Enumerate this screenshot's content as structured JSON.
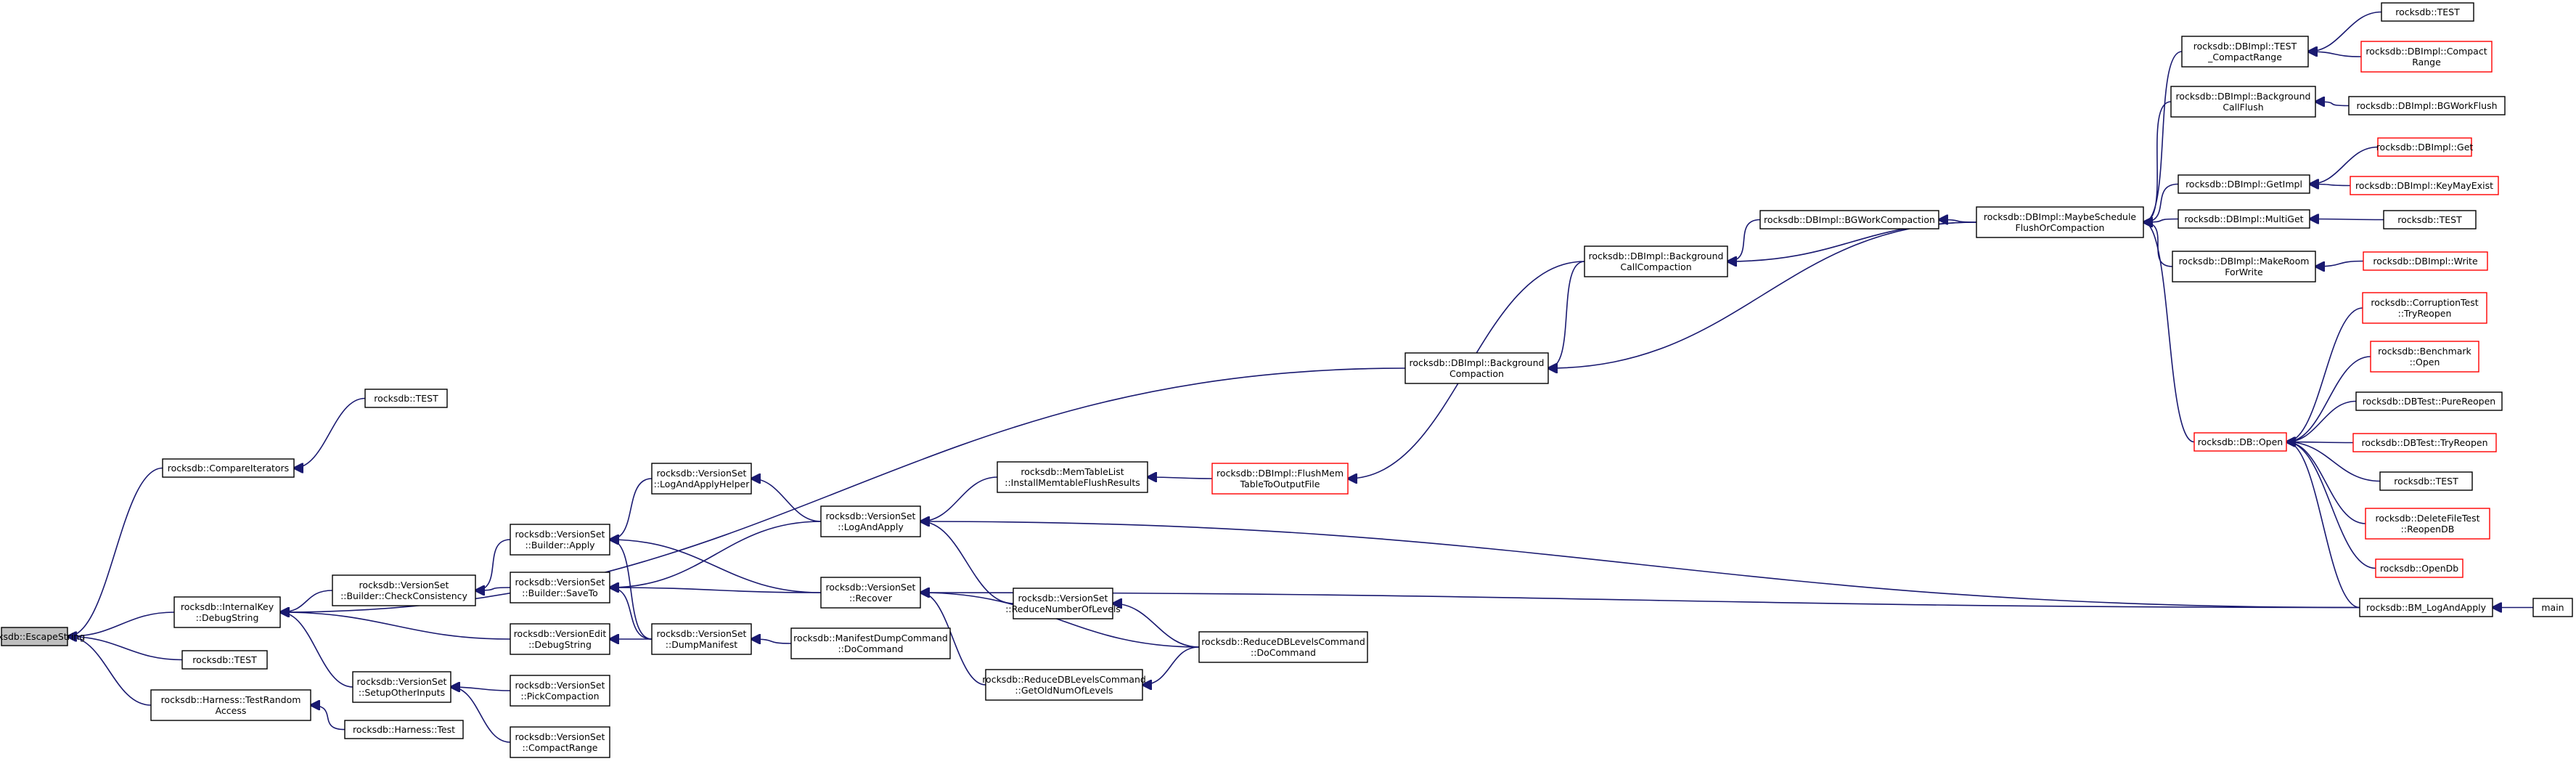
{
  "graph": {
    "title": "",
    "nodes": [
      {
        "id": "escape",
        "lines": [
          "rocksdb::EscapeString"
        ],
        "style": "root"
      },
      {
        "id": "cmpiter",
        "lines": [
          "rocksdb::CompareIterators"
        ],
        "style": "normal"
      },
      {
        "id": "test_a",
        "lines": [
          "rocksdb::TEST"
        ],
        "style": "normal"
      },
      {
        "id": "ikdebug",
        "lines": [
          "rocksdb::InternalKey",
          "::DebugString"
        ],
        "style": "normal"
      },
      {
        "id": "test_b",
        "lines": [
          "rocksdb::TEST"
        ],
        "style": "normal"
      },
      {
        "id": "harness_tra",
        "lines": [
          "rocksdb::Harness::TestRandom",
          "Access"
        ],
        "style": "normal"
      },
      {
        "id": "harness_test",
        "lines": [
          "rocksdb::Harness::Test"
        ],
        "style": "normal"
      },
      {
        "id": "vs_checkcons",
        "lines": [
          "rocksdb::VersionSet",
          "::Builder::CheckConsistency"
        ],
        "style": "normal"
      },
      {
        "id": "vs_setupother",
        "lines": [
          "rocksdb::VersionSet",
          "::SetupOtherInputs"
        ],
        "style": "normal"
      },
      {
        "id": "vs_pickcomp",
        "lines": [
          "rocksdb::VersionSet",
          "::PickCompaction"
        ],
        "style": "normal"
      },
      {
        "id": "vs_comprange",
        "lines": [
          "rocksdb::VersionSet",
          "::CompactRange"
        ],
        "style": "normal"
      },
      {
        "id": "vs_bapply",
        "lines": [
          "rocksdb::VersionSet",
          "::Builder::Apply"
        ],
        "style": "normal"
      },
      {
        "id": "vs_bsaveto",
        "lines": [
          "rocksdb::VersionSet",
          "::Builder::SaveTo"
        ],
        "style": "normal"
      },
      {
        "id": "ve_debug",
        "lines": [
          "rocksdb::VersionEdit",
          "::DebugString"
        ],
        "style": "normal"
      },
      {
        "id": "vs_lahelper",
        "lines": [
          "rocksdb::VersionSet",
          "::LogAndApplyHelper"
        ],
        "style": "normal"
      },
      {
        "id": "vs_dump",
        "lines": [
          "rocksdb::VersionSet",
          "::DumpManifest"
        ],
        "style": "normal"
      },
      {
        "id": "mdc_do",
        "lines": [
          "rocksdb::ManifestDumpCommand",
          "::DoCommand"
        ],
        "style": "normal"
      },
      {
        "id": "vs_logapply",
        "lines": [
          "rocksdb::VersionSet",
          "::LogAndApply"
        ],
        "style": "normal"
      },
      {
        "id": "vs_recover",
        "lines": [
          "rocksdb::VersionSet",
          "::Recover"
        ],
        "style": "normal"
      },
      {
        "id": "vs_reducelevels",
        "lines": [
          "rocksdb::VersionSet",
          "::ReduceNumberOfLevels"
        ],
        "style": "normal"
      },
      {
        "id": "rdb_getold",
        "lines": [
          "rocksdb::ReduceDBLevelsCommand",
          "::GetOldNumOfLevels"
        ],
        "style": "normal"
      },
      {
        "id": "rdb_do",
        "lines": [
          "rocksdb::ReduceDBLevelsCommand",
          "::DoCommand"
        ],
        "style": "normal"
      },
      {
        "id": "mtl_install",
        "lines": [
          "rocksdb::MemTableList",
          "::InstallMemtableFlushResults"
        ],
        "style": "normal"
      },
      {
        "id": "dbi_flushmem",
        "lines": [
          "rocksdb::DBImpl::FlushMem",
          "TableToOutputFile"
        ],
        "style": "red"
      },
      {
        "id": "dbi_bgcomp",
        "lines": [
          "rocksdb::DBImpl::Background",
          "Compaction"
        ],
        "style": "normal"
      },
      {
        "id": "dbi_bgcallcomp",
        "lines": [
          "rocksdb::DBImpl::Background",
          "CallCompaction"
        ],
        "style": "normal"
      },
      {
        "id": "dbi_bgworkcomp",
        "lines": [
          "rocksdb::DBImpl::BGWorkCompaction"
        ],
        "style": "normal"
      },
      {
        "id": "dbi_maybe",
        "lines": [
          "rocksdb::DBImpl::MaybeSchedule",
          "FlushOrCompaction"
        ],
        "style": "normal"
      },
      {
        "id": "dbi_test_cr",
        "lines": [
          "rocksdb::DBImpl::TEST",
          "_CompactRange"
        ],
        "style": "normal"
      },
      {
        "id": "dbi_bgcallflush",
        "lines": [
          "rocksdb::DBImpl::Background",
          "CallFlush"
        ],
        "style": "normal"
      },
      {
        "id": "dbi_getimpl",
        "lines": [
          "rocksdb::DBImpl::GetImpl"
        ],
        "style": "normal"
      },
      {
        "id": "dbi_multiget",
        "lines": [
          "rocksdb::DBImpl::MultiGet"
        ],
        "style": "normal"
      },
      {
        "id": "dbi_makeroom",
        "lines": [
          "rocksdb::DBImpl::MakeRoom",
          "ForWrite"
        ],
        "style": "normal"
      },
      {
        "id": "db_open",
        "lines": [
          "rocksdb::DB::Open"
        ],
        "style": "red"
      },
      {
        "id": "test_c",
        "lines": [
          "rocksdb::TEST"
        ],
        "style": "normal"
      },
      {
        "id": "dbi_compactrange",
        "lines": [
          "rocksdb::DBImpl::Compact",
          "Range"
        ],
        "style": "red"
      },
      {
        "id": "dbi_bgworkflush",
        "lines": [
          "rocksdb::DBImpl::BGWorkFlush"
        ],
        "style": "normal"
      },
      {
        "id": "dbi_get",
        "lines": [
          "rocksdb::DBImpl::Get"
        ],
        "style": "red"
      },
      {
        "id": "dbi_keymayexist",
        "lines": [
          "rocksdb::DBImpl::KeyMayExist"
        ],
        "style": "red"
      },
      {
        "id": "test_d",
        "lines": [
          "rocksdb::TEST"
        ],
        "style": "normal"
      },
      {
        "id": "dbi_write",
        "lines": [
          "rocksdb::DBImpl::Write"
        ],
        "style": "red"
      },
      {
        "id": "corrupt_reopen",
        "lines": [
          "rocksdb::CorruptionTest",
          "::TryReopen"
        ],
        "style": "red"
      },
      {
        "id": "bench_open",
        "lines": [
          "rocksdb::Benchmark",
          "::Open"
        ],
        "style": "red"
      },
      {
        "id": "dbtest_pure",
        "lines": [
          "rocksdb::DBTest::PureReopen"
        ],
        "style": "normal"
      },
      {
        "id": "dbtest_try",
        "lines": [
          "rocksdb::DBTest::TryReopen"
        ],
        "style": "red"
      },
      {
        "id": "test_e",
        "lines": [
          "rocksdb::TEST"
        ],
        "style": "normal"
      },
      {
        "id": "delfile_reopen",
        "lines": [
          "rocksdb::DeleteFileTest",
          "::ReopenDB"
        ],
        "style": "red"
      },
      {
        "id": "opendb",
        "lines": [
          "rocksdb::OpenDb"
        ],
        "style": "red"
      },
      {
        "id": "bm_logapply",
        "lines": [
          "rocksdb::BM_LogAndApply"
        ],
        "style": "normal"
      },
      {
        "id": "main",
        "lines": [
          "main"
        ],
        "style": "normal"
      }
    ]
  },
  "colors": {
    "edge": "#191970",
    "node_border": "#000000",
    "node_border_truncated": "#ff0000",
    "root_fill": "#bfbfbf"
  }
}
